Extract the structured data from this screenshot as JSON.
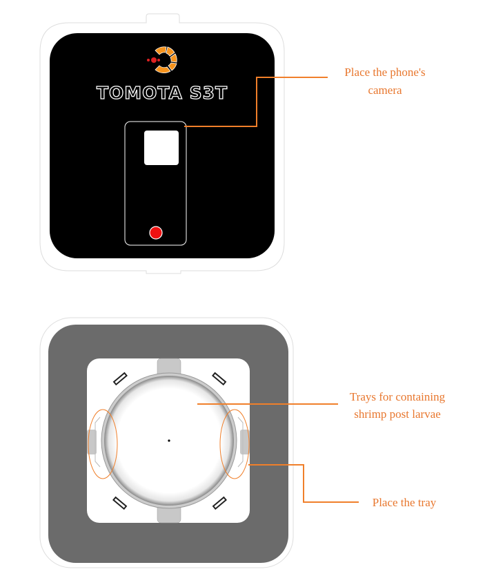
{
  "title": "TOMOTA S3T device diagram",
  "device_top": {
    "brand": "TOMOTA S3T"
  },
  "callouts": {
    "camera": {
      "line1": "Place the phone's",
      "line2": "camera"
    },
    "trays": {
      "line1": "Trays for containing",
      "line2": "shrimp post larvae"
    },
    "tray": {
      "line1": "Place the tray"
    }
  },
  "colors": {
    "accent": "#f07f2a",
    "record": "#ee1111",
    "body_gray": "#6b6b6b"
  }
}
